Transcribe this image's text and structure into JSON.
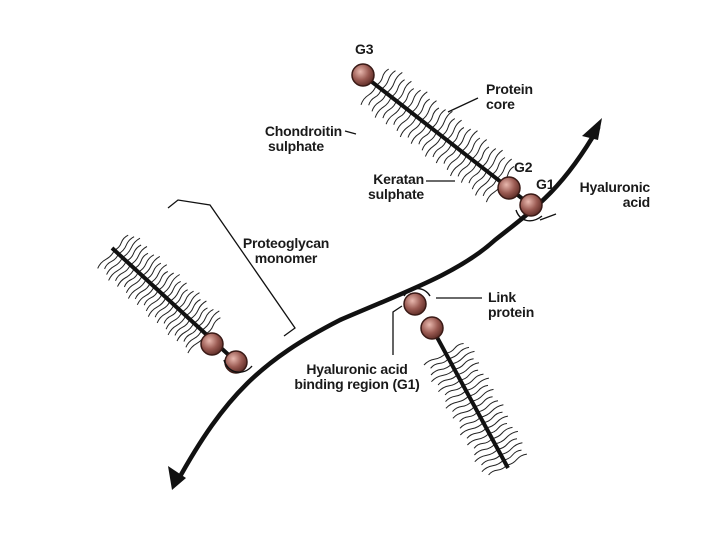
{
  "labels": {
    "g3": "G3",
    "protein_core": [
      "Protein",
      "core"
    ],
    "chondroitin_sulphate": [
      "Chondroitin",
      "sulphate"
    ],
    "g2": "G2",
    "g1": "G1",
    "keratan_sulphate": [
      "Keratan",
      "sulphate"
    ],
    "hyaluronic_acid": [
      "Hyaluronic",
      "acid"
    ],
    "proteoglycan_monomer": [
      "Proteoglycan",
      "monomer"
    ],
    "link_protein": [
      "Link",
      "protein"
    ],
    "binding_region": [
      "Hyaluronic acid",
      "binding region (G1)"
    ]
  },
  "colors": {
    "globule_fill": "#9a5a52",
    "globule_stroke": "#3a1a16",
    "line": "#111111",
    "text": "#1a1a1a"
  }
}
